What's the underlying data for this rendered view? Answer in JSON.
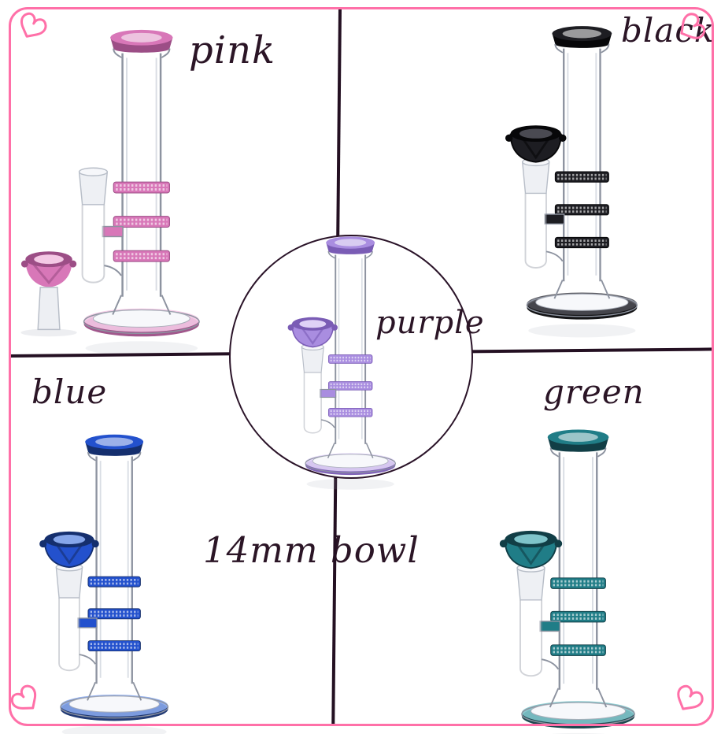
{
  "caption": {
    "text": "14mm bowl"
  },
  "products": [
    {
      "key": "pink",
      "label": "pink",
      "bowl": "detached",
      "colors": {
        "accent": "#d877b8",
        "dark": "#9c4e86",
        "light": "#f4c9e5"
      }
    },
    {
      "key": "black",
      "label": "black",
      "bowl": "attached",
      "colors": {
        "accent": "#1d1d22",
        "dark": "#070709",
        "light": "#4a4a52"
      }
    },
    {
      "key": "purple",
      "label": "purple",
      "bowl": "attached",
      "colors": {
        "accent": "#a98de0",
        "dark": "#7a5cb5",
        "light": "#dfd2f6"
      }
    },
    {
      "key": "blue",
      "label": "blue",
      "bowl": "attached",
      "colors": {
        "accent": "#2351cd",
        "dark": "#152f6e",
        "light": "#86a6ea"
      }
    },
    {
      "key": "green",
      "label": "green",
      "bowl": "attached",
      "colors": {
        "accent": "#207d87",
        "dark": "#113e46",
        "light": "#7fc4ca"
      }
    }
  ],
  "decor": {
    "frame_color": "#ff70a8",
    "heart_color": "#ff70a8",
    "divider_color": "#241022",
    "text_color": "#2b1526",
    "background": "#ffffff",
    "corner_hearts": 4
  }
}
